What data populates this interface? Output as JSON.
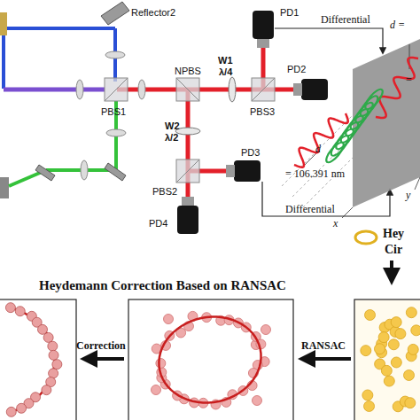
{
  "diagram": {
    "title": "Heydemann Correction Based on RANSAC",
    "labels": [
      "Reflector2",
      "PD1",
      "Differential",
      "PD2",
      "NPBS",
      "PBS1",
      "W1",
      "λ/4",
      "PBS3",
      "W2",
      "λ/2",
      "PD3",
      "PBS2",
      "PD4",
      "Differential",
      "d",
      "= 106.391 nm",
      "d =",
      "=",
      "x",
      "y",
      "Hey",
      "Cir",
      "RANSAC",
      "Correction"
    ]
  }
}
